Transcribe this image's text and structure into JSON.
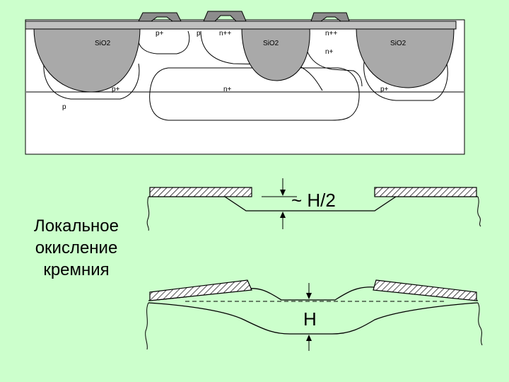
{
  "cross_section": {
    "labels": {
      "sio2_left": "SiO2",
      "sio2_mid": "SiO2",
      "sio2_right": "SiO2",
      "p_plus_top": "p+",
      "p_top": "p",
      "n_pp_left": "n++",
      "n_pp_right": "n++",
      "n_plus_right": "n+",
      "p_plus_left": "p+",
      "n_plus_center": "n+",
      "p_plus_right": "p+",
      "p_substrate": "p"
    }
  },
  "locos_top": {
    "thickness_label": "~ H/2"
  },
  "locos_bottom": {
    "thickness_label": "H"
  },
  "caption": {
    "line1": "Локальное",
    "line2": "окисление",
    "line3": "кремния"
  },
  "colors": {
    "background": "#ccffcc",
    "panel": "#ffffff",
    "oxide": "#a9a9a9",
    "metal": "#8c8c8c"
  }
}
